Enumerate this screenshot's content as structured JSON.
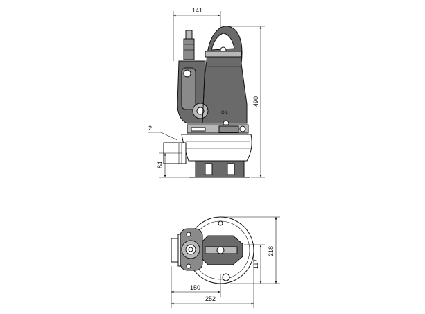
{
  "dimensions": {
    "side_width": "141",
    "height_total": "490",
    "outlet_height": "84",
    "callout": "2",
    "plan_depth": "218",
    "plan_half_depth": "117",
    "plan_half_width": "150",
    "plan_width": "252"
  },
  "labels": {
    "oil_marker": "OIL"
  }
}
